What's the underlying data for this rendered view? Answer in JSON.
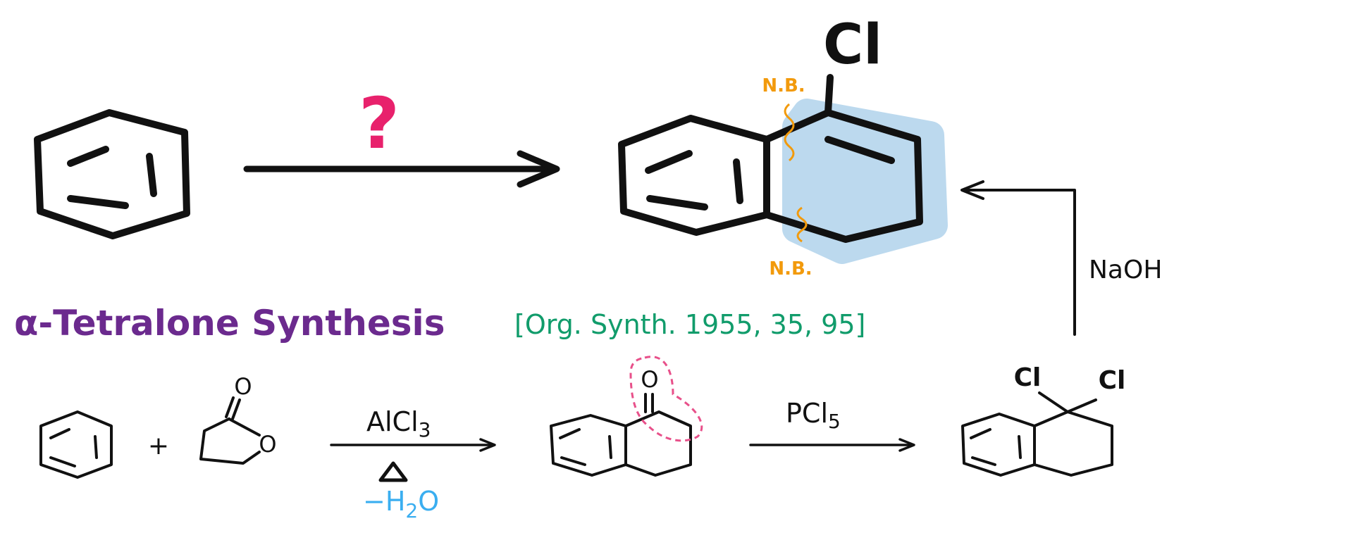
{
  "colors": {
    "ink": "#111111",
    "question": "#e8216c",
    "note": "#f29a0c",
    "highlight": "#b9d8ee",
    "title": "#6b2a8e",
    "citation": "#119c6b",
    "water": "#3aaef0",
    "carbonyl_ring": "#e8508a"
  },
  "top": {
    "question_mark": "?",
    "chloro_label": "Cl",
    "note_upper": "N.B.",
    "note_lower": "N.B.",
    "side_reagent": "NaOH"
  },
  "title": {
    "main": "α-Tetralone Synthesis",
    "citation": "[Org. Synth. 1955, 35, 95]"
  },
  "bottom": {
    "plus": "+",
    "lactone_oxygen_carbonyl": "O",
    "lactone_oxygen_ring": "O",
    "reagent1": "AlCl",
    "reagent1_sub": "3",
    "heat": "Δ",
    "byproduct": "−H",
    "byproduct_sub": "2",
    "byproduct_tail": "O",
    "tetralone_oxygen": "O",
    "reagent2": "PCl",
    "reagent2_sub": "5",
    "gem_cl_left": "Cl",
    "gem_cl_right": "Cl"
  }
}
